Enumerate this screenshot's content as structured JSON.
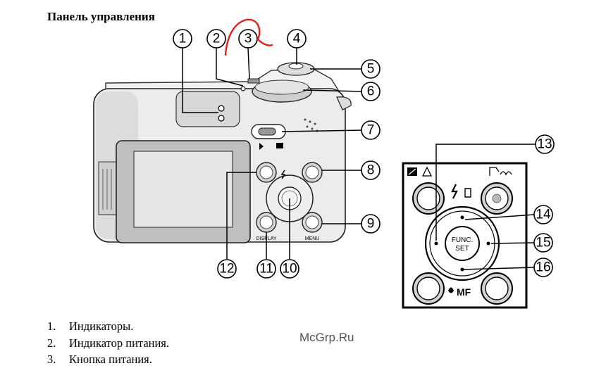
{
  "page": {
    "title": "Панель управления",
    "watermark": "McGrp.Ru"
  },
  "callouts": [
    "1",
    "2",
    "3",
    "4",
    "5",
    "6",
    "7",
    "8",
    "9",
    "10",
    "11",
    "12",
    "13",
    "14",
    "15",
    "16"
  ],
  "camera_labels": {
    "display": "DISPLAY",
    "menu": "MENU",
    "func": "FUNC.",
    "set": "SET",
    "mf": "MF"
  },
  "annotation_color": "#e02020",
  "items": [
    {
      "num": "1.",
      "text": "Индикаторы."
    },
    {
      "num": "2.",
      "text": "Индикатор питания."
    },
    {
      "num": "3.",
      "text": "Кнопка питания."
    }
  ]
}
